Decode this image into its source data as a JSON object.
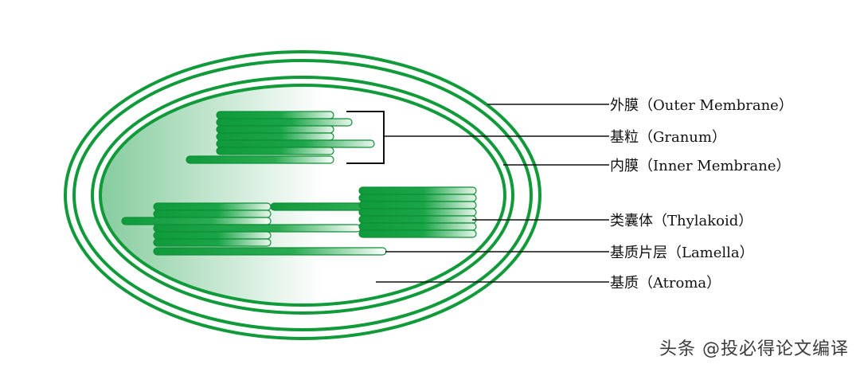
{
  "labels": {
    "outer_membrane": "外膜（Outer Membrane）",
    "granum": "基粒（Granum）",
    "inner_membrane": "内膜（Inner Membrane）",
    "thylakoid": "类囊体（Thylakoid）",
    "lamella": "基质片层（Lamella）",
    "stroma": "基质（Atroma）"
  },
  "watermark": "头条 @投必得论文编译",
  "colors": {
    "membrane": "#119a3a",
    "thylakoid_fill": "#13a040",
    "stroma_gradient_start": "#86cc9e",
    "stroma_gradient_end": "#ffffff",
    "line": "#111111"
  }
}
